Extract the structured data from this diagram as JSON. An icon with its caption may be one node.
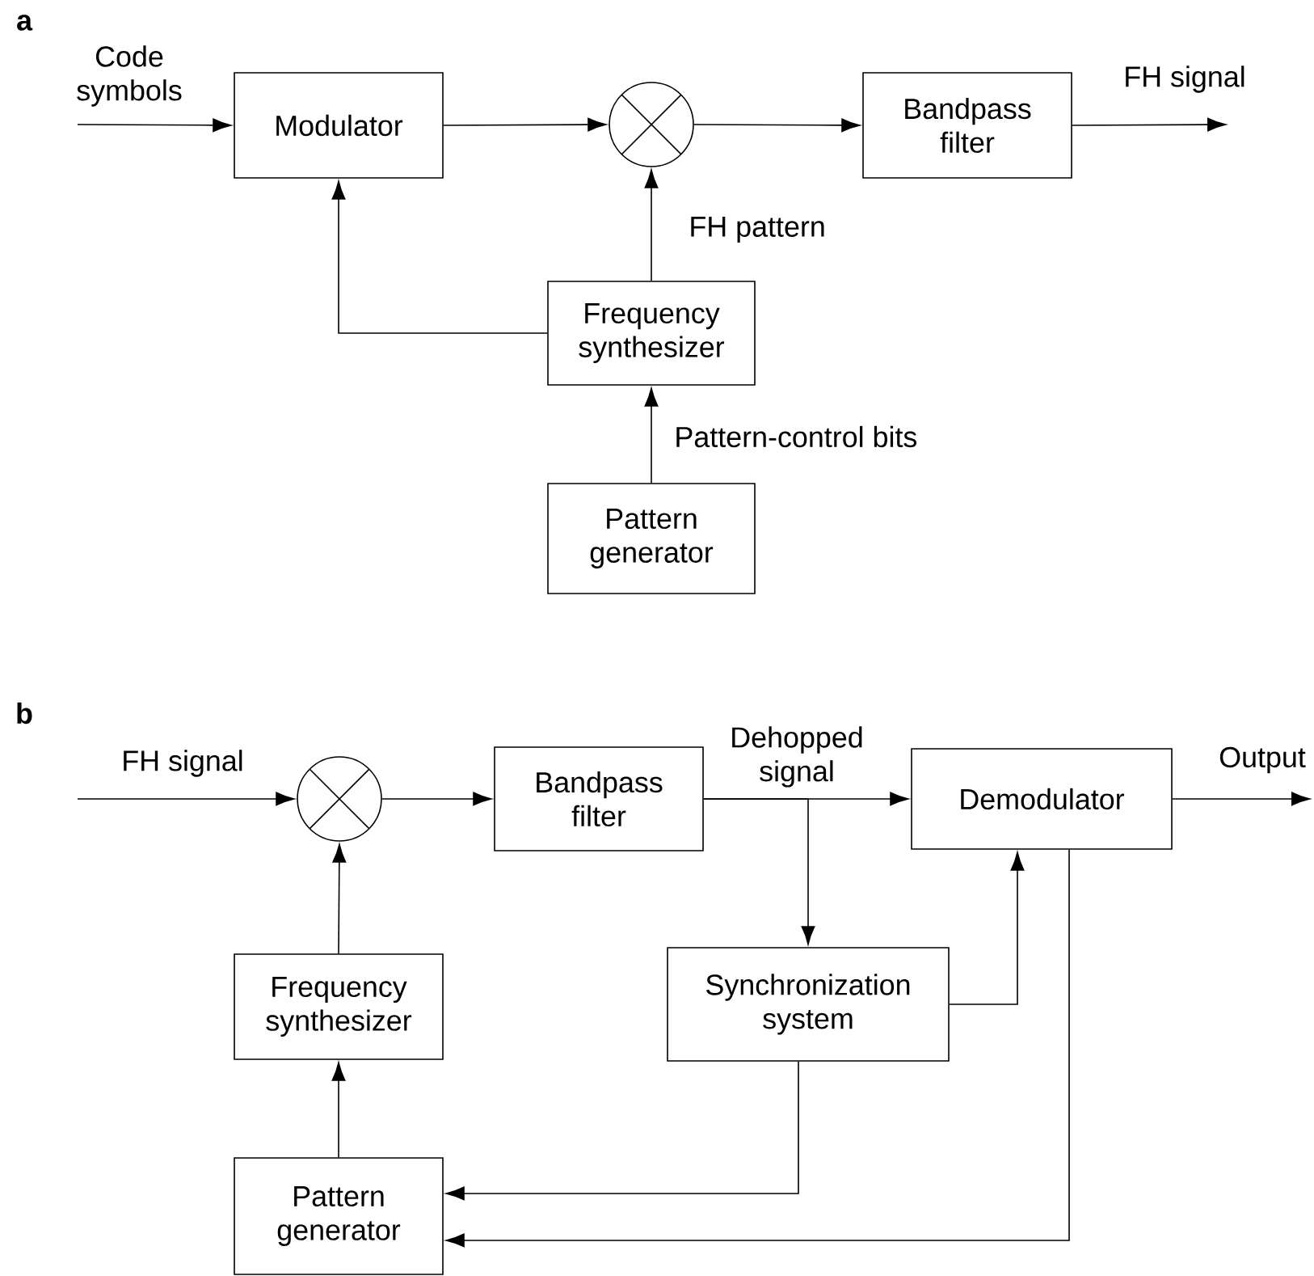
{
  "diagram": {
    "nodes": [
      {
        "text": [
          "Modulator"
        ]
      },
      {
        "text": [],
        "shape": "circle"
      },
      {
        "text": [
          "Bandpass filter"
        ]
      },
      {
        "text": [
          "Frequency synthesizer"
        ]
      },
      {
        "text": [
          "Pattern generator"
        ]
      },
      {
        "text": [],
        "shape": "circle"
      },
      {
        "text": [
          "Bandpass filter"
        ]
      },
      {
        "text": [
          "Demodulator"
        ]
      },
      {
        "text": [
          "Synchronization system"
        ]
      },
      {
        "text": [
          "Frequency synthesizer"
        ]
      },
      {
        "text": [
          "Pattern generator"
        ]
      }
    ],
    "edges": [
      {
        "from": null,
        "to": 0,
        "arrow": "to",
        "label": "Code symbols"
      },
      {
        "from": 0,
        "to": 1,
        "arrow": "to"
      },
      {
        "from": 1,
        "to": 2,
        "arrow": "to"
      },
      {
        "from": 2,
        "to": null,
        "arrow": "to",
        "label": "FH signal"
      },
      {
        "from": 3,
        "to": 1,
        "arrow": "to",
        "label": "FH pattern"
      },
      {
        "from": 3,
        "to": 0,
        "arrow": "to"
      },
      {
        "from": 4,
        "to": 3,
        "arrow": "to",
        "label": "Pattern-control bits"
      },
      {
        "from": null,
        "to": 5,
        "arrow": "to",
        "label": "FH signal"
      },
      {
        "from": 5,
        "to": 6,
        "arrow": "to"
      },
      {
        "from": 6,
        "to": 7,
        "arrow": "to",
        "label": "Dehopped signal"
      },
      {
        "from": 6,
        "to": 8,
        "arrow": "to"
      },
      {
        "from": 7,
        "to": null,
        "arrow": "to",
        "label": "Output"
      },
      {
        "from": 8,
        "to": 7,
        "arrow": "to"
      },
      {
        "from": 8,
        "to": 10,
        "arrow": "to"
      },
      {
        "from": 7,
        "to": 10,
        "arrow": "to"
      },
      {
        "from": 10,
        "to": 9,
        "arrow": "to"
      },
      {
        "from": 9,
        "to": 5,
        "arrow": "to"
      }
    ],
    "labels": [
      "a",
      "b"
    ]
  }
}
